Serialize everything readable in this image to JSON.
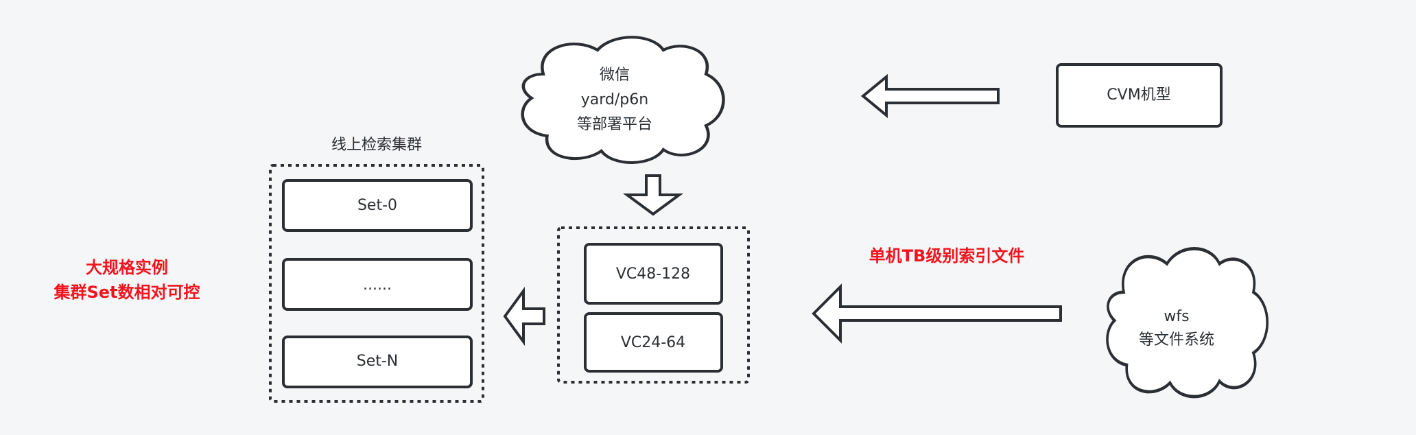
{
  "cloud_platform": {
    "lines": [
      "微信",
      "yard/p6n",
      "等部署平台"
    ]
  },
  "cvm_box": {
    "label": "CVM机型"
  },
  "cluster": {
    "title": "线上检索集群",
    "sets": [
      "Set-0",
      "......",
      "Set-N"
    ]
  },
  "vc_group": {
    "items": [
      "VC48-128",
      "VC24-64"
    ]
  },
  "index_label": "单机TB级别索引文件",
  "cloud_fs": {
    "lines": [
      "wfs",
      "等文件系统"
    ]
  },
  "note": {
    "lines": [
      "大规格实例",
      "集群Set数相对可控"
    ]
  },
  "colors": {
    "accent_red": "#f0141e",
    "stroke": "#2b2f33",
    "background": "#f5f6f7"
  }
}
